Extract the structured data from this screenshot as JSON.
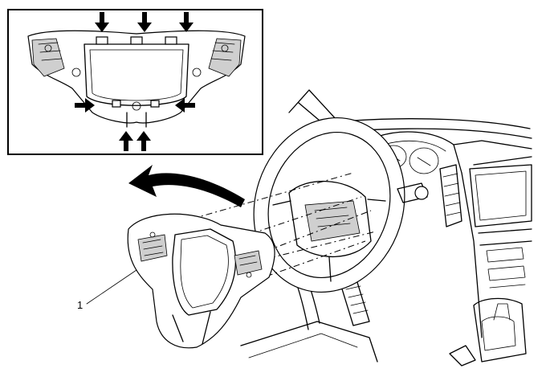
{
  "callouts": [
    {
      "label": "1"
    }
  ],
  "inset": {
    "arrows": [
      {
        "direction": "down"
      },
      {
        "direction": "down"
      },
      {
        "direction": "down"
      },
      {
        "direction": "right"
      },
      {
        "direction": "left"
      },
      {
        "direction": "up"
      },
      {
        "direction": "up"
      }
    ]
  },
  "colors": {
    "line": "#000000",
    "background": "#ffffff",
    "shade": "#cfcfcf"
  }
}
